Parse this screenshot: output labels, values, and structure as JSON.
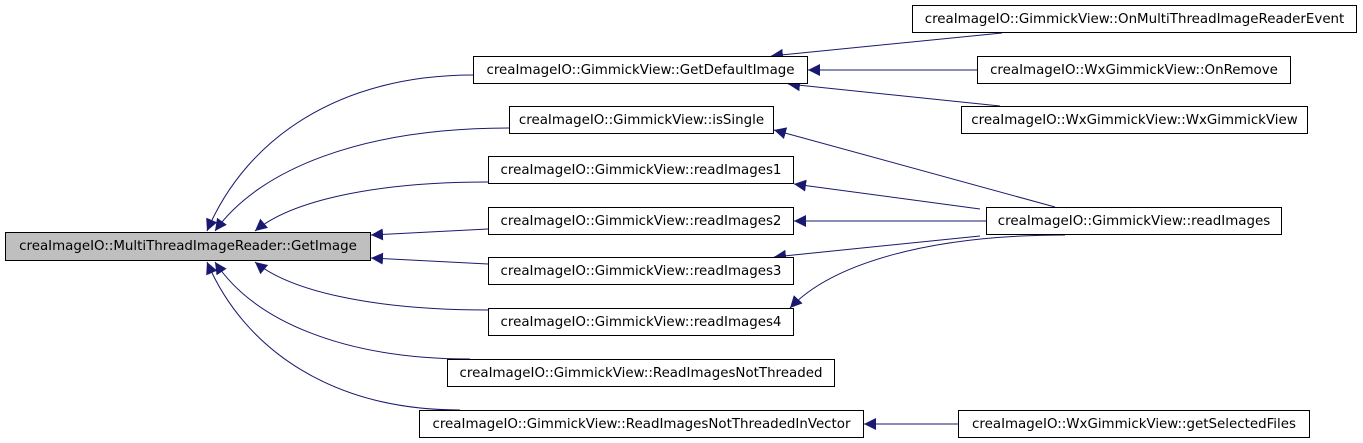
{
  "graph": {
    "edge_color": "#191970",
    "focus_fill": "#bfbfbf",
    "nodes": {
      "getimage": "creaImageIO::MultiThreadImageReader::GetImage",
      "getdefaultimage": "creaImageIO::GimmickView::GetDefaultImage",
      "issingle": "creaImageIO::GimmickView::isSingle",
      "readimages1": "creaImageIO::GimmickView::readImages1",
      "readimages2": "creaImageIO::GimmickView::readImages2",
      "readimages3": "creaImageIO::GimmickView::readImages3",
      "readimages4": "creaImageIO::GimmickView::readImages4",
      "readimagesnotthreaded": "creaImageIO::GimmickView::ReadImagesNotThreaded",
      "readimagesnotthreadedinvector": "creaImageIO::GimmickView::ReadImagesNotThreadedInVector",
      "onmultithreadimagereaderevent": "creaImageIO::GimmickView::OnMultiThreadImageReaderEvent",
      "onremove": "creaImageIO::WxGimmickView::OnRemove",
      "wxgimmickview": "creaImageIO::WxGimmickView::WxGimmickView",
      "readimages": "creaImageIO::GimmickView::readImages",
      "getselectedfiles": "creaImageIO::WxGimmickView::getSelectedFiles"
    },
    "edges": [
      {
        "from": "getdefaultimage",
        "to": "getimage"
      },
      {
        "from": "issingle",
        "to": "getimage"
      },
      {
        "from": "readimages1",
        "to": "getimage"
      },
      {
        "from": "readimages2",
        "to": "getimage"
      },
      {
        "from": "readimages3",
        "to": "getimage"
      },
      {
        "from": "readimages4",
        "to": "getimage"
      },
      {
        "from": "readimagesnotthreaded",
        "to": "getimage"
      },
      {
        "from": "readimagesnotthreadedinvector",
        "to": "getimage"
      },
      {
        "from": "onmultithreadimagereaderevent",
        "to": "getdefaultimage"
      },
      {
        "from": "onremove",
        "to": "getdefaultimage"
      },
      {
        "from": "wxgimmickview",
        "to": "getdefaultimage"
      },
      {
        "from": "readimages",
        "to": "issingle"
      },
      {
        "from": "readimages",
        "to": "readimages1"
      },
      {
        "from": "readimages",
        "to": "readimages2"
      },
      {
        "from": "readimages",
        "to": "readimages3"
      },
      {
        "from": "readimages",
        "to": "readimages4"
      },
      {
        "from": "getselectedfiles",
        "to": "readimagesnotthreadedinvector"
      }
    ]
  }
}
